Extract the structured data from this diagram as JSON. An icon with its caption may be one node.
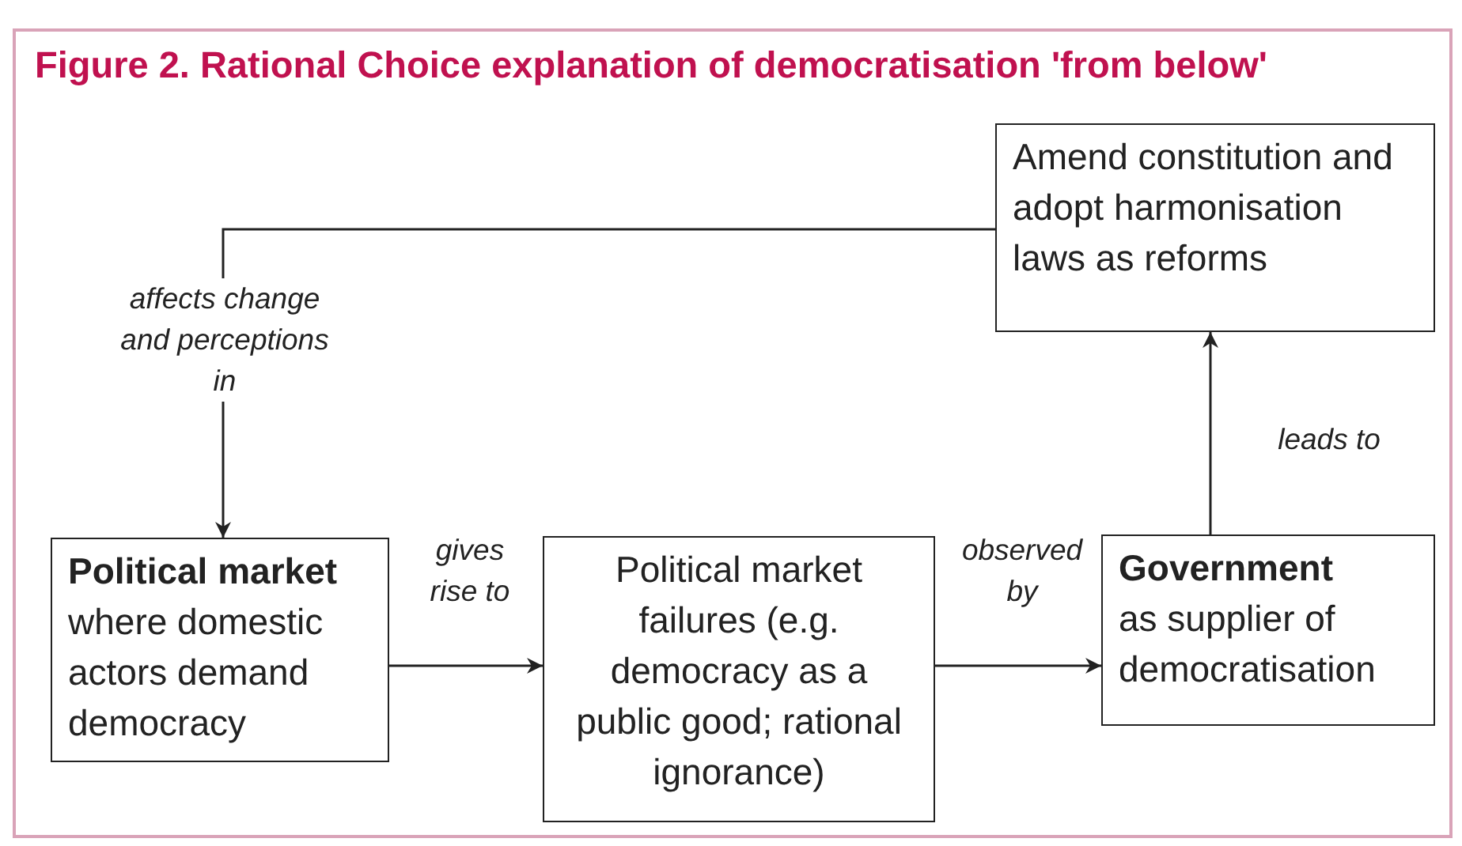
{
  "diagram": {
    "title": "Figure 2. Rational Choice explanation of democratisation 'from below'",
    "nodes": [
      {
        "text": [
          "Amend constitution and adopt harmonisation laws as reforms"
        ]
      },
      {
        "text": [
          "Political market",
          "where domestic actors demand democracy"
        ]
      },
      {
        "text": [
          "Political market failures (e.g. democracy as a public good; rational ignorance)"
        ]
      },
      {
        "text": [
          "Government",
          "as supplier of democratisation"
        ]
      }
    ],
    "edges": [
      {
        "from": 0,
        "to": 1,
        "arrow": "to",
        "label": "affects change and perceptions in"
      },
      {
        "from": 1,
        "to": 2,
        "arrow": "to",
        "label": "gives rise to"
      },
      {
        "from": 2,
        "to": 3,
        "arrow": "to",
        "label": "observed by"
      },
      {
        "from": 3,
        "to": 0,
        "arrow": "to",
        "label": "leads to"
      }
    ]
  }
}
